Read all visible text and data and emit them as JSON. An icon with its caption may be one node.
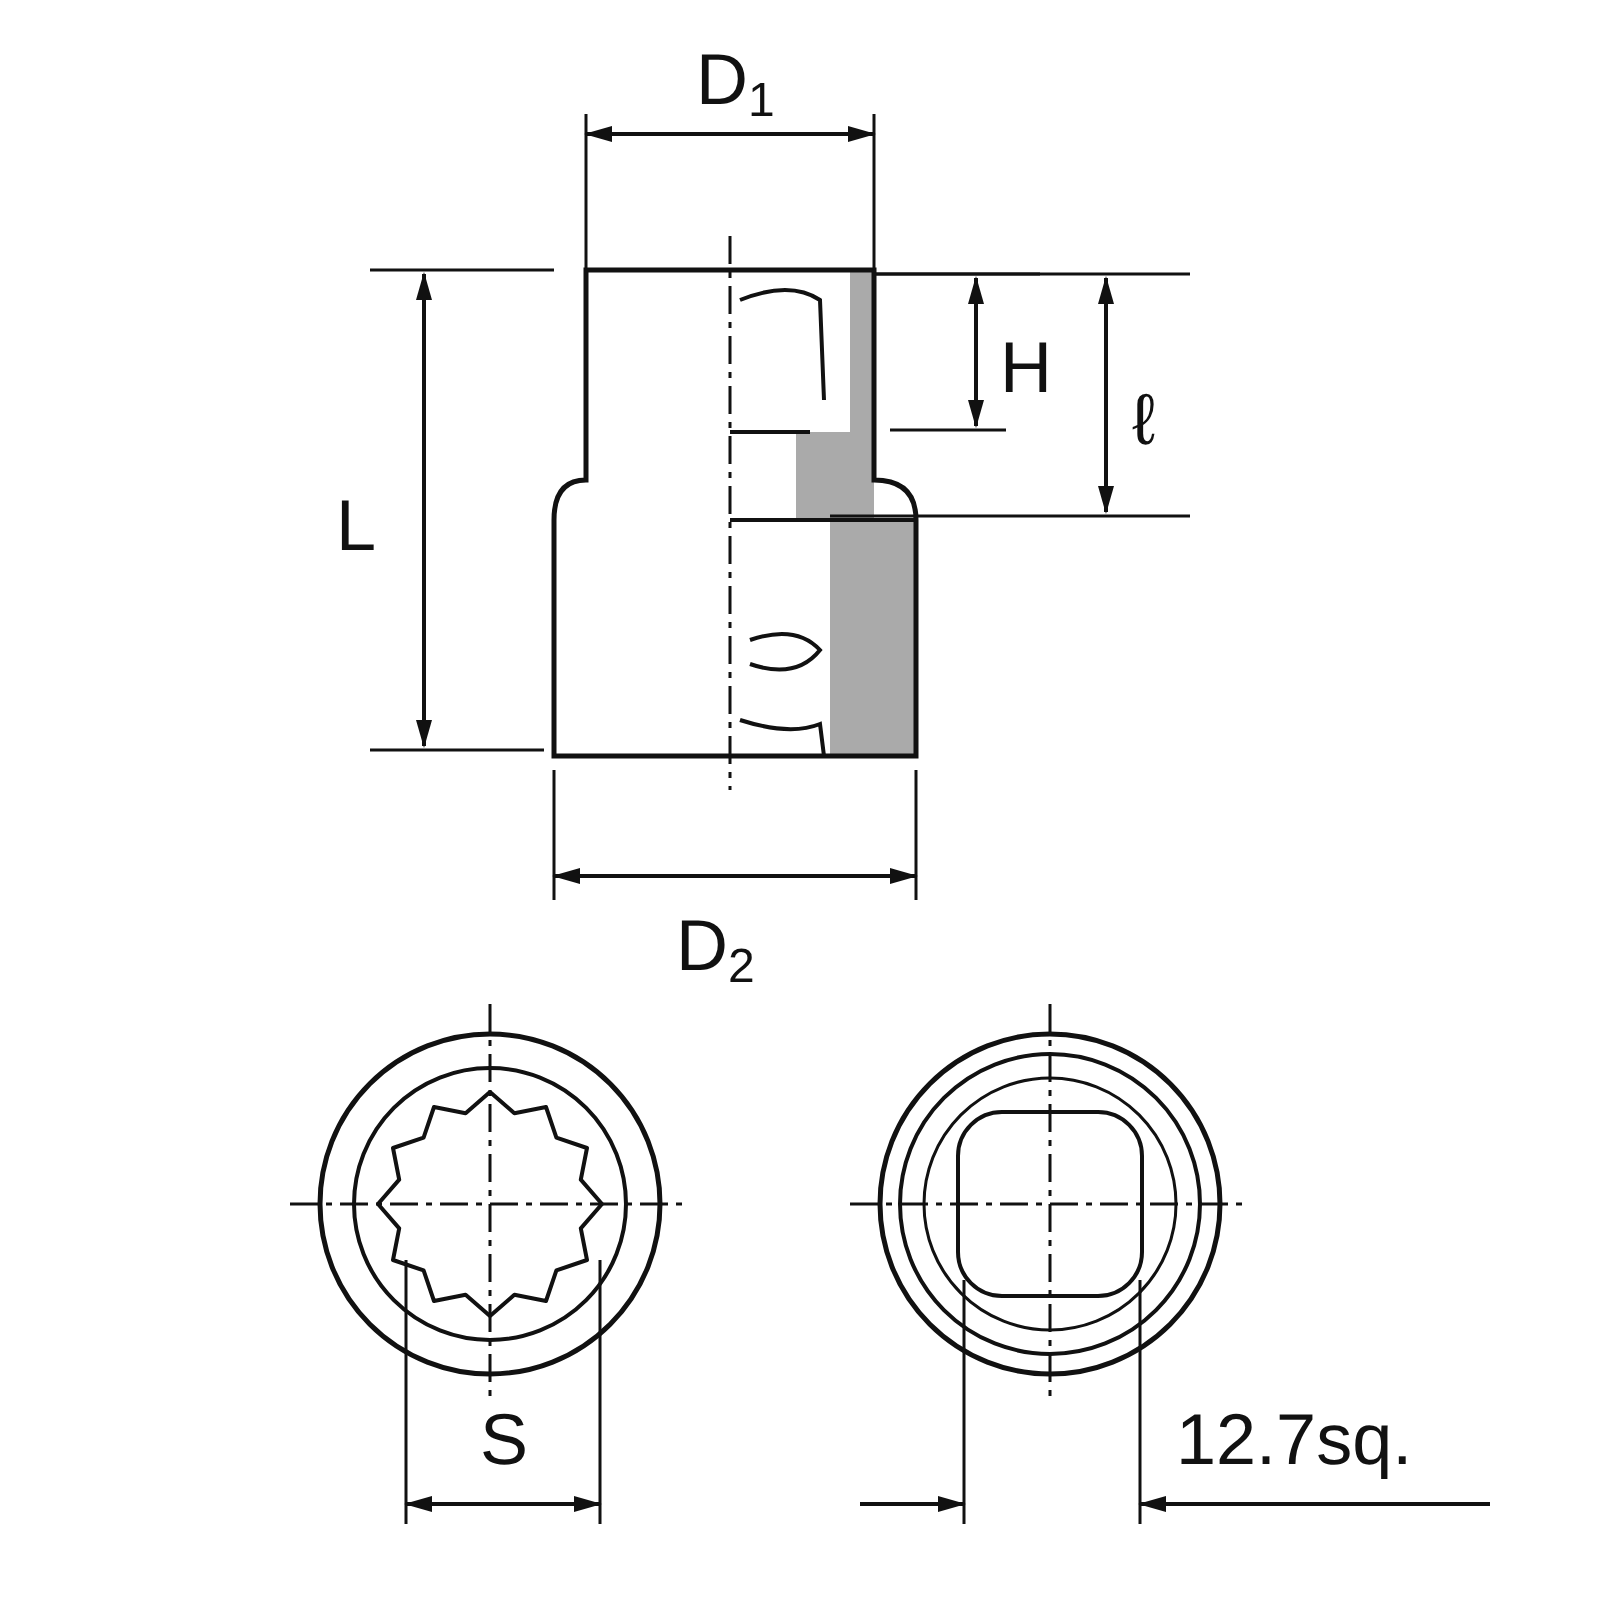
{
  "diagram": {
    "labels": [
      "D$_{1}$",
      "H",
      "ℓ",
      "L",
      "D$_{2}$",
      "S",
      "12.7sq."
    ]
  }
}
